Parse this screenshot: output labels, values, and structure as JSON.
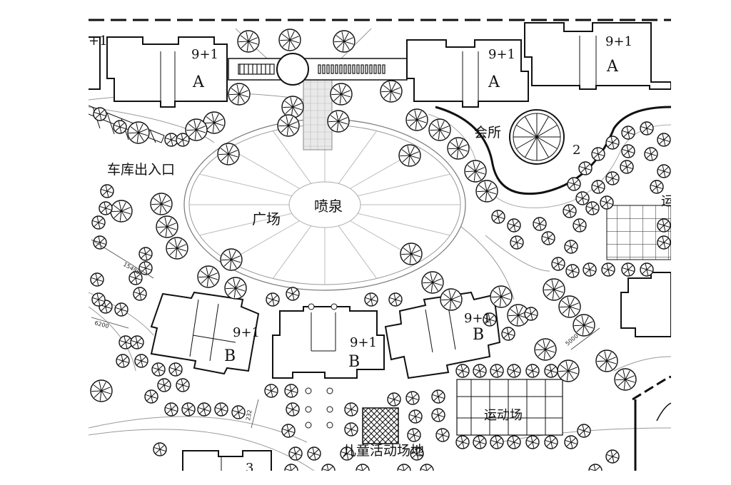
{
  "labels": {
    "garage_entrance": "车库出入口",
    "plaza": "广场",
    "fountain": "喷泉",
    "clubhouse": "会所",
    "sports_field": "运动场",
    "kids_playground": "儿童活动场地",
    "clubhouse_no": "2",
    "bottom_building_no": "3",
    "edge_fragment": "运"
  },
  "buildings": {
    "top_left_A": {
      "floors": "9+1",
      "type": "A"
    },
    "top_mid_A": {
      "floors": "9+1",
      "type": "A"
    },
    "top_right_A": {
      "floors": "9+1",
      "type": "A"
    },
    "bottom_left_B": {
      "floors": "9+1",
      "type": "B"
    },
    "bottom_mid_B": {
      "floors": "9+1",
      "type": "B"
    },
    "bottom_right_B": {
      "floors": "9+1",
      "type": "B"
    },
    "edge_fragment": "+1"
  },
  "dimensions": [
    "15498",
    "6200",
    "5000",
    "232"
  ]
}
